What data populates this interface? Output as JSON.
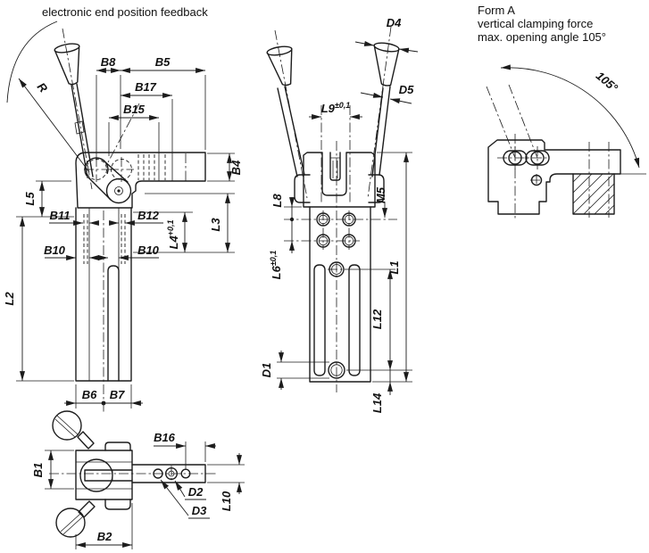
{
  "notes": {
    "feedback": "electronic end position feedback",
    "form": {
      "title": "Form A",
      "line2": "vertical clamping force",
      "line3": "max. opening angle 105°"
    }
  },
  "front_view": {
    "labels": {
      "r": "R",
      "b8": "B8",
      "b5": "B5",
      "b17": "B17",
      "b15": "B15",
      "b4": "B4",
      "l5": "L5",
      "b11": "B11",
      "b12": "B12",
      "l4": "L4",
      "l4_tol": "+0,1",
      "l3": "L3",
      "b10_left": "B10",
      "b10_right": "B10",
      "l2": "L2",
      "b6": "B6",
      "b7": "B7"
    }
  },
  "side_view": {
    "labels": {
      "d4": "D4",
      "d5": "D5",
      "l9": "L9",
      "l9_tol": "±0,1",
      "l8": "L8",
      "m5": "M5",
      "l6": "L6",
      "l6_tol": "±0,1",
      "l1": "L1",
      "l12": "L12",
      "d1": "D1",
      "l14": "L14"
    }
  },
  "top_view": {
    "labels": {
      "b1": "B1",
      "b16": "B16",
      "d2": "D2",
      "d3": "D3",
      "l10": "L10",
      "b2": "B2"
    }
  },
  "form_view": {
    "angle": "105°"
  },
  "drawing_color": "#1c1c1c"
}
